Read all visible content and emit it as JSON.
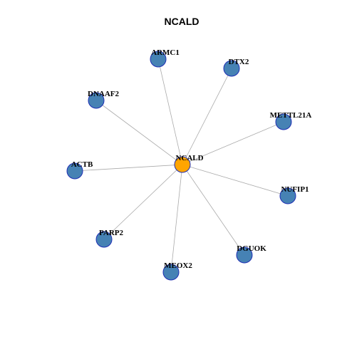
{
  "title": "NCALD",
  "colors": {
    "center_fill": "#ffa500",
    "leaf_fill": "#4682b4",
    "node_stroke": "#1f2fb4",
    "edge": "#aaaaaa"
  },
  "graph": {
    "center": {
      "id": "NCALD",
      "label": "NCALD"
    },
    "nodes": [
      {
        "id": "ARMC1",
        "label": "ARMC1"
      },
      {
        "id": "DTX2",
        "label": "DTX2"
      },
      {
        "id": "DNAAF2",
        "label": "DNAAF2"
      },
      {
        "id": "METTL21A",
        "label": "METTL21A"
      },
      {
        "id": "ACTB",
        "label": "ACTB"
      },
      {
        "id": "NUFIP1",
        "label": "NUFIP1"
      },
      {
        "id": "PARP2",
        "label": "PARP2"
      },
      {
        "id": "DGUOK",
        "label": "DGUOK"
      },
      {
        "id": "MEOX2",
        "label": "MEOX2"
      }
    ],
    "edges": [
      [
        "NCALD",
        "ARMC1"
      ],
      [
        "NCALD",
        "DTX2"
      ],
      [
        "NCALD",
        "DNAAF2"
      ],
      [
        "NCALD",
        "METTL21A"
      ],
      [
        "NCALD",
        "ACTB"
      ],
      [
        "NCALD",
        "NUFIP1"
      ],
      [
        "NCALD",
        "PARP2"
      ],
      [
        "NCALD",
        "DGUOK"
      ],
      [
        "NCALD",
        "MEOX2"
      ]
    ]
  }
}
